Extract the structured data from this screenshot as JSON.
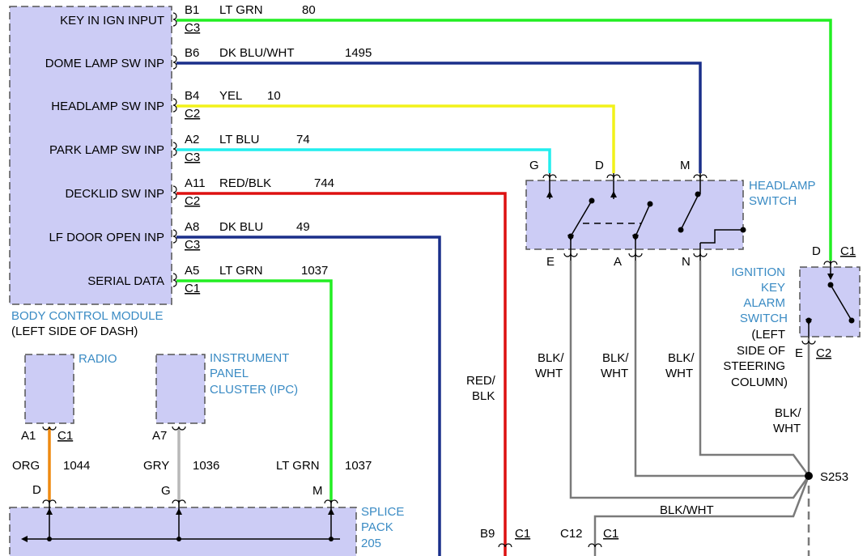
{
  "colors": {
    "lt_grn": "#22ee22",
    "dk_blu": "#1a2f8a",
    "yel": "#f2f21a",
    "lt_blu": "#22eeee",
    "red": "#dd1111",
    "org": "#ee8a11",
    "gry": "#b8b8b8",
    "blk_wht": "#7a7a7a",
    "module_fill": "#ccccf5",
    "component_label": "#3a8bc4"
  },
  "bcm": {
    "title": "BODY CONTROL MODULE",
    "subtitle": "(LEFT SIDE OF DASH)",
    "pins": [
      {
        "name": "KEY IN IGN INPUT",
        "pin": "B1",
        "connector": "C3",
        "wire": "LT GRN",
        "circuit": "80"
      },
      {
        "name": "DOME LAMP SW INP",
        "pin": "B6",
        "connector": "",
        "wire": "DK BLU/WHT",
        "circuit": "1495"
      },
      {
        "name": "HEADLAMP SW INP",
        "pin": "B4",
        "connector": "C2",
        "wire": "YEL",
        "circuit": "10"
      },
      {
        "name": "PARK LAMP SW INP",
        "pin": "A2",
        "connector": "C3",
        "wire": "LT BLU",
        "circuit": "74"
      },
      {
        "name": "DECKLID SW INP",
        "pin": "A11",
        "connector": "C2",
        "wire": "RED/BLK",
        "circuit": "744"
      },
      {
        "name": "LF DOOR OPEN INP",
        "pin": "A8",
        "connector": "C3",
        "wire": "DK BLU",
        "circuit": "49"
      },
      {
        "name": "SERIAL DATA",
        "pin": "A5",
        "connector": "C1",
        "wire": "LT GRN",
        "circuit": "1037"
      }
    ]
  },
  "headlamp_switch": {
    "title_line1": "HEADLAMP",
    "title_line2": "SWITCH",
    "top_pins": [
      "G",
      "D",
      "M"
    ],
    "bottom_pins": [
      "E",
      "A",
      "N"
    ]
  },
  "ignition_switch": {
    "lines": [
      "IGNITION",
      "KEY",
      "ALARM",
      "SWITCH"
    ],
    "location": [
      "(LEFT",
      "SIDE OF",
      "STEERING",
      "COLUMN)"
    ],
    "top_pin": "D",
    "top_connector": "C1",
    "bottom_pin": "E",
    "bottom_connector": "C2"
  },
  "radio": {
    "title": "RADIO",
    "pin": "A1",
    "connector": "C1",
    "wire": "ORG",
    "circuit": "1044"
  },
  "ipc": {
    "lines": [
      "INSTRUMENT",
      "PANEL",
      "CLUSTER (IPC)"
    ],
    "pin": "A7",
    "wire": "GRY",
    "circuit": "1036"
  },
  "serial_drop": {
    "wire": "LT GRN",
    "circuit": "1037"
  },
  "splice_pack": {
    "lines": [
      "SPLICE",
      "PACK",
      "205"
    ],
    "pins": [
      "D",
      "G",
      "M"
    ]
  },
  "ground_wires": {
    "e": [
      "BLK/",
      "WHT"
    ],
    "a": [
      "BLK/",
      "WHT"
    ],
    "n": [
      "BLK/",
      "WHT"
    ],
    "ign": [
      "BLK/",
      "WHT"
    ],
    "bottom": "BLK/WHT"
  },
  "red_blk_drop": [
    "RED/",
    "BLK"
  ],
  "splice": {
    "name": "S253"
  },
  "bottom_connectors": [
    {
      "pin": "B9",
      "connector": "C1"
    },
    {
      "pin": "C12",
      "connector": "C1"
    }
  ]
}
